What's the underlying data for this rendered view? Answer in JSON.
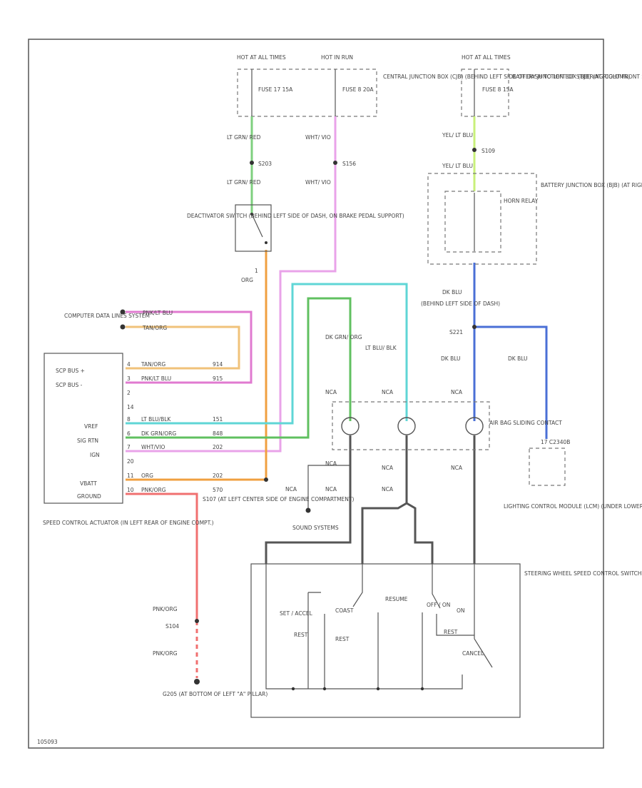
{
  "colors": {
    "lt_grn_red": "#7fd07f",
    "wht_vio": "#e9a3e9",
    "org": "#f0a040",
    "yel_lt_blu": "#c8f07a",
    "dk_blu": "#4a6fd6",
    "pnk_lt_blu": "#e07ad0",
    "tan_org": "#f0c27a",
    "lt_blu_blk": "#5fd6d6",
    "dk_grn_org": "#60c060",
    "pnk_org": "#f07070",
    "blk": "#555555"
  },
  "fuses": {
    "left_hot_label": "HOT AT ALL TIMES",
    "left_fuse_label": "FUSE 17 15A",
    "center_hot_label": "HOT IN RUN",
    "center_fuse_label": "FUSE 8 20A",
    "cjb_desc": "CENTRAL JUNCTION BOX (CJB) (BEHIND LEFT SIDE OF DASH TO LEFT OF STEERING COLUMN)",
    "right_hot_label": "HOT AT ALL TIMES",
    "right_fuse_label": "FUSE 8 15A",
    "bjb_top_desc": "BATTERY JUNCTION BOX (BJB) (AT RIGHT FRONT SIDE OF ENGINE COMPARTMENT)"
  },
  "wires": {
    "lt_grn_red_1": "LT GRN/ RED",
    "s203": "S203",
    "lt_grn_red_2": "LT GRN/ RED",
    "wht_vio_1": "WHT/ VIO",
    "s156": "S156",
    "wht_vio_2": "WHT/ VIO",
    "yel_lt_blu_1": "YEL/ LT BLU",
    "s109": "S109",
    "yel_lt_blu_2": "YEL/ LT BLU",
    "org": "ORG",
    "pin1": "1",
    "dk_blu_1": "DK BLU",
    "behind_dash": "(BEHIND LEFT SIDE OF DASH)",
    "s221": "S221",
    "dk_blu_2": "DK BLU",
    "dk_blu_3": "DK BLU",
    "dk_grn_org": "DK GRN/ ORG",
    "lt_blu_blk": "LT BLU/ BLK",
    "nca1": "NCA",
    "nca2": "NCA",
    "nca3": "NCA",
    "nca4": "NCA",
    "nca5": "NCA",
    "nca6": "NCA",
    "nca7": "NCA",
    "nca8": "NCA",
    "nca9": "NCA",
    "pnk_org_1": "PNK/ORG",
    "s104": "S104",
    "pnk_org_2": "PNK/ORG"
  },
  "components": {
    "deactivator": "DEACTIVATOR SWITCH (BEHIND LEFT SIDE OF DASH, ON BRAKE PEDAL SUPPORT)",
    "horn_relay": "HORN RELAY",
    "bjb_right_desc": "BATTERY JUNCTION BOX (BJB) (AT RIGHT FRONT SIDE OF ENGINE COMPT.)",
    "computer": "COMPUTER DATA LINES SYSTEM",
    "airbag": "AIR BAG SLIDING CONTACT",
    "s107": "S107 (AT LEFT CENTER SIDE OF ENGINE COMPARTMENT)",
    "sound": "SOUND SYSTEMS",
    "lighting": "LIGHTING CONTROL MODULE (LCM) (UNDER LOWER LEFT SIDE OF DASH)",
    "lcm_pin": "17  C2340B",
    "actuator": "SPEED CONTROL ACTUATOR (IN LEFT REAR OF ENGINE COMPT.)",
    "g205": "G205 (AT BOTTOM OF LEFT \"A\" PILLAR)",
    "steering": "STEERING WHEEL SPEED CONTROL SWITCH",
    "footer": "105093"
  },
  "actuator_pins": {
    "scp_plus": "SCP BUS +",
    "scp_minus": "SCP BUS -",
    "vref": "VREF",
    "sig_rtn": "SIG RTN",
    "ign": "IGN",
    "vbatt": "VBATT",
    "ground": "GROUND"
  },
  "connector_rows": [
    {
      "pin": "4",
      "color": "TAN/ORG",
      "circuit": "914"
    },
    {
      "pin": "3",
      "color": "PNK/LT BLU",
      "circuit": "915"
    },
    {
      "pin": "2",
      "color": "",
      "circuit": ""
    },
    {
      "pin": "14",
      "color": "",
      "circuit": ""
    },
    {
      "pin": "8",
      "color": "LT BLU/BLK",
      "circuit": "151"
    },
    {
      "pin": "6",
      "color": "DK GRN/ORG",
      "circuit": "848"
    },
    {
      "pin": "7",
      "color": "WHT/VIO",
      "circuit": "202"
    },
    {
      "pin": "20",
      "color": "",
      "circuit": ""
    },
    {
      "pin": "11",
      "color": "ORG",
      "circuit": "202"
    },
    {
      "pin": "10",
      "color": "PNK/ORG",
      "circuit": "570"
    }
  ],
  "computer_wires": {
    "pnk_lt_blu": "PNK/LT BLU",
    "tan_org": "TAN/ORG"
  },
  "switch_labels": {
    "set_accel": "SET / ACCEL",
    "resume": "RESUME",
    "coast": "COAST",
    "off_on": "OFF / ON",
    "rest1": "REST",
    "rest2": "REST",
    "rest3": "REST",
    "cancel": "CANCEL",
    "on": "ON"
  }
}
